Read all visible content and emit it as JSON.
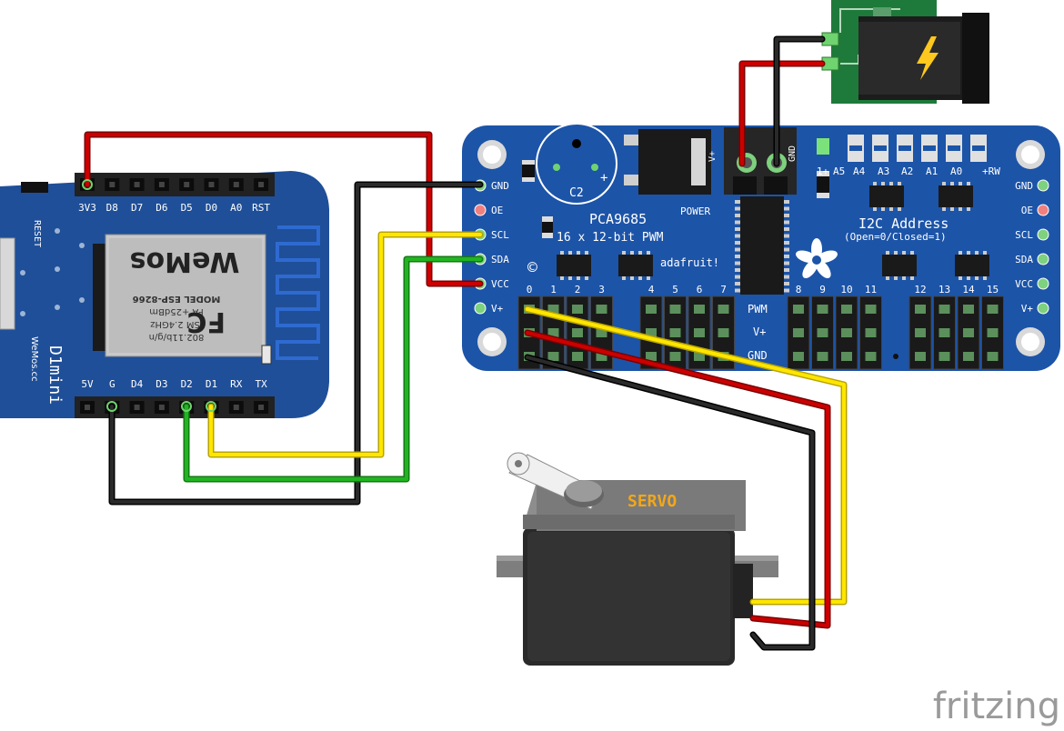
{
  "wemos": {
    "top_pins": [
      "3V3",
      "D8",
      "D7",
      "D6",
      "D5",
      "D0",
      "A0",
      "RST"
    ],
    "bottom_pins": [
      "5V",
      "G",
      "D4",
      "D3",
      "D2",
      "D1",
      "RX",
      "TX"
    ],
    "reset_label": "RESET",
    "board_name": "D1mini",
    "brand_url": "WeMos.cc",
    "module_text": [
      "802.11b/g/n",
      "ISM 2.4GHz",
      "PA +25dBm",
      "MODEL ESP-8266"
    ],
    "module_logo": "WeMos",
    "fcc_logo": "FC"
  },
  "pca": {
    "chip_name": "PCA9685",
    "subtitle": "16 x 12-bit PWM",
    "brand": "adafruit!",
    "cap_label": "C2",
    "power_label": "POWER",
    "vplus_label": "V+",
    "gnd_label": "GND",
    "left_pins": [
      "GND",
      "OE",
      "SCL",
      "SDA",
      "VCC",
      "V+"
    ],
    "right_pins": [
      "GND",
      "OE",
      "SCL",
      "SDA",
      "VCC",
      "V+"
    ],
    "addr_labels": [
      "1+",
      "A5",
      "A4",
      "A3",
      "A2",
      "A1",
      "A0",
      "+RW"
    ],
    "addr_title": "I2C Address",
    "addr_sub": "(Open=0/Closed=1)",
    "channels_a": [
      "0",
      "1",
      "2",
      "3"
    ],
    "channels_b": [
      "4",
      "5",
      "6",
      "7"
    ],
    "channels_c": [
      "8",
      "9",
      "10",
      "11"
    ],
    "channels_d": [
      "12",
      "13",
      "14",
      "15"
    ],
    "mid_labels": [
      "PWM",
      "V+",
      "GND"
    ],
    "copyright": "©"
  },
  "servo": {
    "label": "SERVO"
  },
  "watermark": "fritzing",
  "colors": {
    "board_blue": "#1c54a8",
    "wemos_blue": "#1f4f98",
    "wire_red": "#cc0000",
    "wire_black": "#1a1a1a",
    "wire_yellow": "#ffe600",
    "wire_green": "#22b422",
    "power_green": "#1e7a3a"
  }
}
